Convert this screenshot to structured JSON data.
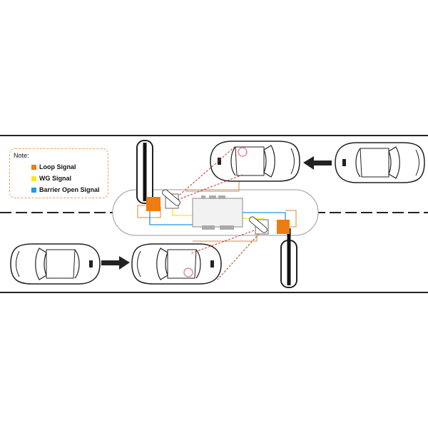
{
  "legend": {
    "title": "Note:",
    "items": [
      {
        "label": "Loop Signal",
        "color": "#ee7d11"
      },
      {
        "label": "WG Signal",
        "color": "#f5ea14"
      },
      {
        "label": "Barrier Open Signal",
        "color": "#1d9be0"
      }
    ]
  },
  "colors": {
    "loop": "#ee7d11",
    "wg": "#f5ea14",
    "barrier": "#1d9be0",
    "wire": "#e2a160",
    "laser": "#c0392b"
  }
}
